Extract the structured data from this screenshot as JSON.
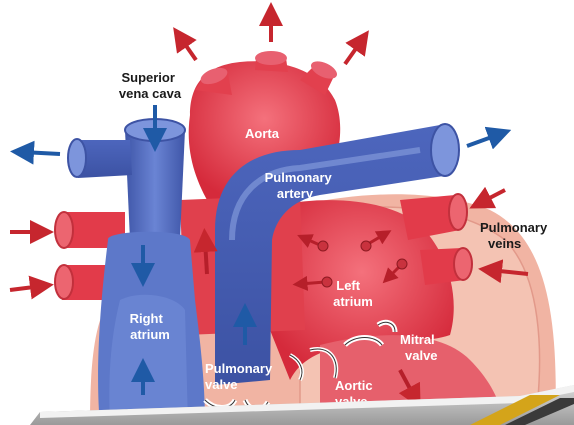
{
  "labels": {
    "superior_vena_cava": [
      "Superior",
      "vena cava"
    ],
    "aorta": "Aorta",
    "pulmonary_artery": [
      "Pulmonary",
      "artery"
    ],
    "pulmonary_veins": [
      "Pulmonary",
      "veins"
    ],
    "left_atrium": [
      "Left",
      "atrium"
    ],
    "right_atrium": [
      "Right",
      "atrium"
    ],
    "pulmonary_valve": [
      "Pulmonary",
      "valve"
    ],
    "mitral_valve": [
      "Mitral",
      "valve"
    ],
    "aortic_valve": [
      "Aortic",
      "valve"
    ]
  },
  "colors": {
    "oxygenated": "#e23b4a",
    "deoxygenated": "#4a63b8",
    "arrow_red": "#c6262e",
    "arrow_blue": "#1f5aa6",
    "heart_wall": "#f1b4a3",
    "valve": "#ffffff"
  }
}
